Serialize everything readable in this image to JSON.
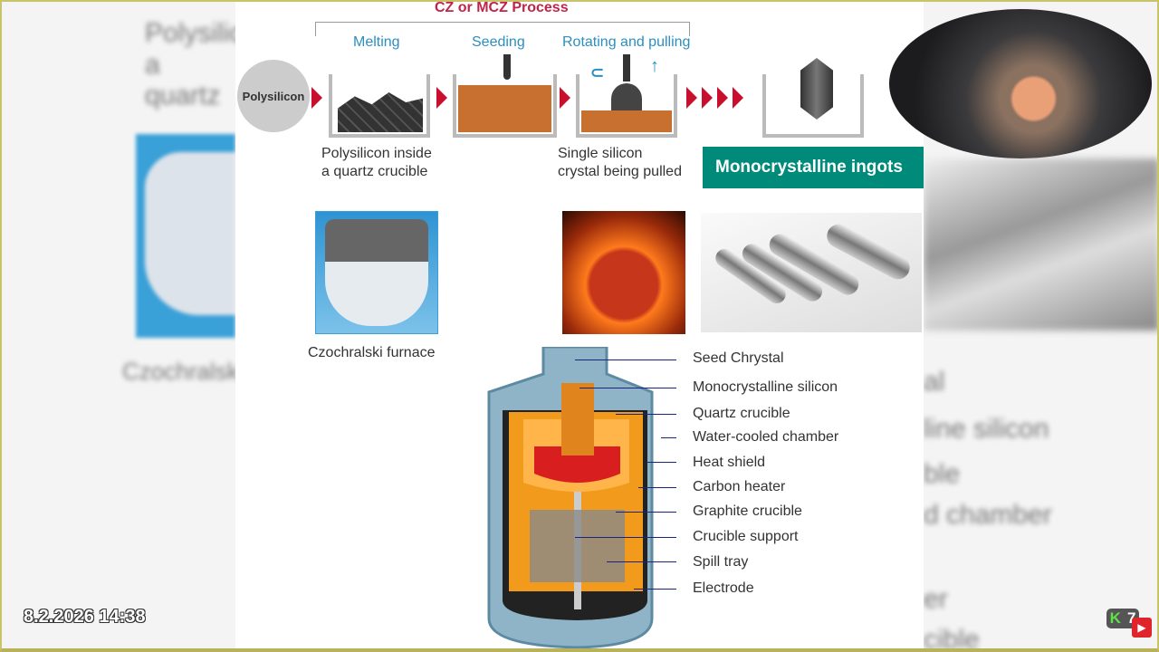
{
  "process": {
    "title": "CZ or MCZ Process",
    "source": "Polysilicon",
    "steps": [
      "Melting",
      "Seeding",
      "Rotating and pulling"
    ],
    "caption_1": [
      "Polysilicon inside",
      "a quartz crucible"
    ],
    "caption_2": [
      "Single silicon",
      "crystal being pulled"
    ],
    "result": "Monocrystalline ingots"
  },
  "photos": {
    "furnace_caption": "Czochralski furnace"
  },
  "furnace_labels": [
    "Seed Chrystal",
    "Monocrystalline silicon",
    "Quartz crucible",
    "Water-cooled chamber",
    "Heat shield",
    "Carbon heater",
    "Graphite crucible",
    "Crucible support",
    "Spill tray",
    "Electrode"
  ],
  "background_left": [
    "Polysilic",
    "a quartz",
    "Czochralsk"
  ],
  "background_right": [
    "al",
    "line silicon",
    "ble",
    "d chamber",
    "er",
    "cible"
  ],
  "overlay": {
    "timestamp": "8.2.2026 14:38",
    "channel_badge": "K",
    "badge_number": "7"
  },
  "colors": {
    "accent_red": "#c8102e",
    "step_blue": "#2b8fc0",
    "teal": "#008a7a",
    "melt": "#c8702f"
  }
}
